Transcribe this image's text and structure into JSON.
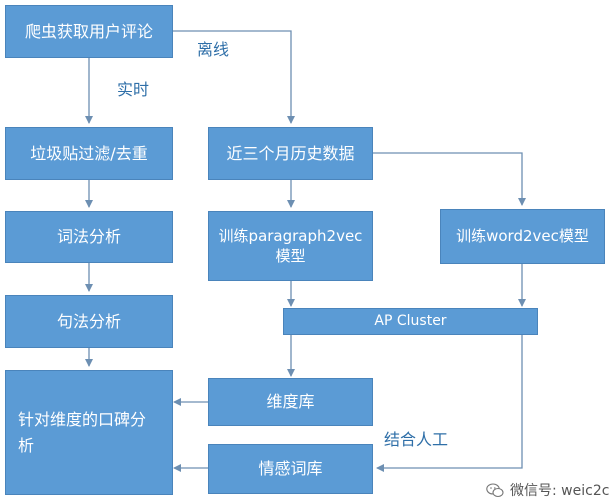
{
  "colors": {
    "box_fill": "#5b9bd5",
    "box_text": "#ffffff",
    "arrow": "#6d8fb2",
    "label_text": "#2f6fa8"
  },
  "nodes": {
    "crawler": "爬虫获取用户评论",
    "dedup": "垃圾贴过滤/去重",
    "lexical": "词法分析",
    "syntax": "句法分析",
    "keyword": "针对维度的口碑分析",
    "history": "近三个月历史数据",
    "paragraph2vec": "训练paragraph2vec模型",
    "word2vec": "训练word2vec模型",
    "ap_cluster": "AP Cluster",
    "dimension_lib": "维度库",
    "sentiment_lib": "情感词库"
  },
  "edge_labels": {
    "offline": "离线",
    "realtime": "实时",
    "manual": "结合人工"
  },
  "watermark": {
    "icon": "wechat-icon",
    "text": "微信号: weic2c"
  }
}
